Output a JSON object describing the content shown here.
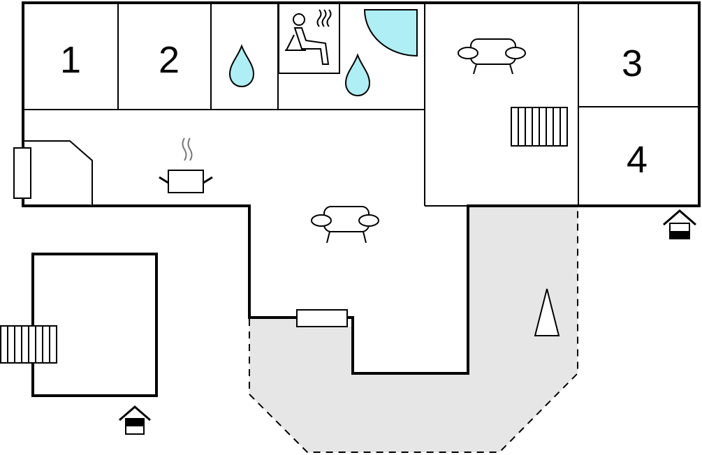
{
  "rooms": [
    {
      "id": "bedroom-1",
      "label": "1"
    },
    {
      "id": "bedroom-2",
      "label": "2"
    },
    {
      "id": "bedroom-3",
      "label": "3"
    },
    {
      "id": "bedroom-4",
      "label": "4"
    }
  ],
  "icons": [
    "water-drop-icon",
    "sauna-icon",
    "shower-icon",
    "sofa-icon",
    "stairs-icon",
    "cooking-pot-icon",
    "fireplace-icon",
    "entrance-icon",
    "tree-icon",
    "window-icon"
  ],
  "colors": {
    "water": "#aeeef4",
    "terrace": "#e6e6e6",
    "wall": "#000000",
    "background": "#ffffff"
  }
}
